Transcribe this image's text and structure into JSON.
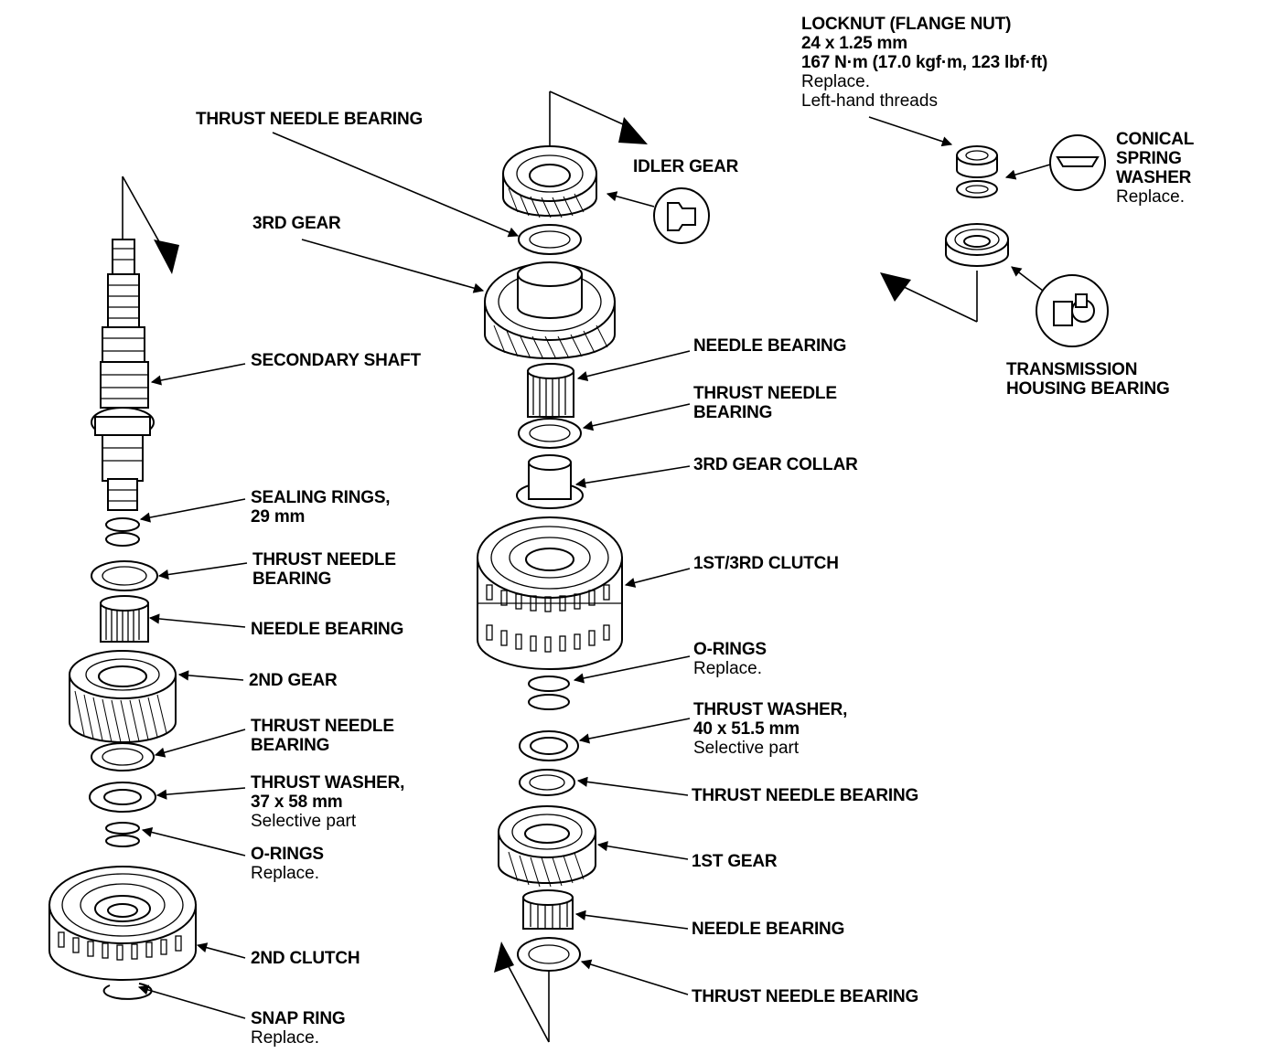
{
  "labels": {
    "locknut": {
      "title": "LOCKNUT (FLANGE NUT)",
      "size": "24 x 1.25 mm",
      "torque": "167 N·m (17.0 kgf·m, 123 lbf·ft)",
      "note1": "Replace.",
      "note2": "Left-hand threads"
    },
    "conical_spring_washer": {
      "line1": "CONICAL",
      "line2": "SPRING",
      "line3": "WASHER",
      "note": "Replace."
    },
    "transmission_housing_bearing": {
      "line1": "TRANSMISSION",
      "line2": "HOUSING BEARING"
    },
    "idler_gear": "IDLER GEAR",
    "thrust_needle_bearing_top": "THRUST NEEDLE BEARING",
    "third_gear": "3RD GEAR",
    "secondary_shaft": "SECONDARY SHAFT",
    "needle_bearing_upper": "NEEDLE BEARING",
    "thrust_needle_bearing_mid": {
      "line1": "THRUST NEEDLE",
      "line2": "BEARING"
    },
    "third_gear_collar": "3RD GEAR COLLAR",
    "clutch_1st_3rd": "1ST/3RD CLUTCH",
    "o_rings_right": {
      "title": "O-RINGS",
      "note": "Replace."
    },
    "thrust_washer_40": {
      "title": "THRUST WASHER,",
      "size": "40 x 51.5 mm",
      "note": "Selective part"
    },
    "thrust_needle_bearing_right_lower": "THRUST NEEDLE BEARING",
    "first_gear": "1ST GEAR",
    "needle_bearing_right_lower": "NEEDLE BEARING",
    "thrust_needle_bearing_bottom": "THRUST NEEDLE BEARING",
    "sealing_rings": {
      "title": "SEALING RINGS,",
      "size": "29 mm"
    },
    "thrust_needle_bearing_left1": {
      "line1": "THRUST NEEDLE",
      "line2": "BEARING"
    },
    "needle_bearing_left": "NEEDLE BEARING",
    "second_gear": "2ND GEAR",
    "thrust_needle_bearing_left2": {
      "line1": "THRUST NEEDLE",
      "line2": "BEARING"
    },
    "thrust_washer_37": {
      "title": "THRUST WASHER,",
      "size": "37 x 58 mm",
      "note": "Selective part"
    },
    "o_rings_left": {
      "title": "O-RINGS",
      "note": "Replace."
    },
    "second_clutch": "2ND CLUTCH",
    "snap_ring": {
      "title": "SNAP RING",
      "note": "Replace."
    }
  }
}
